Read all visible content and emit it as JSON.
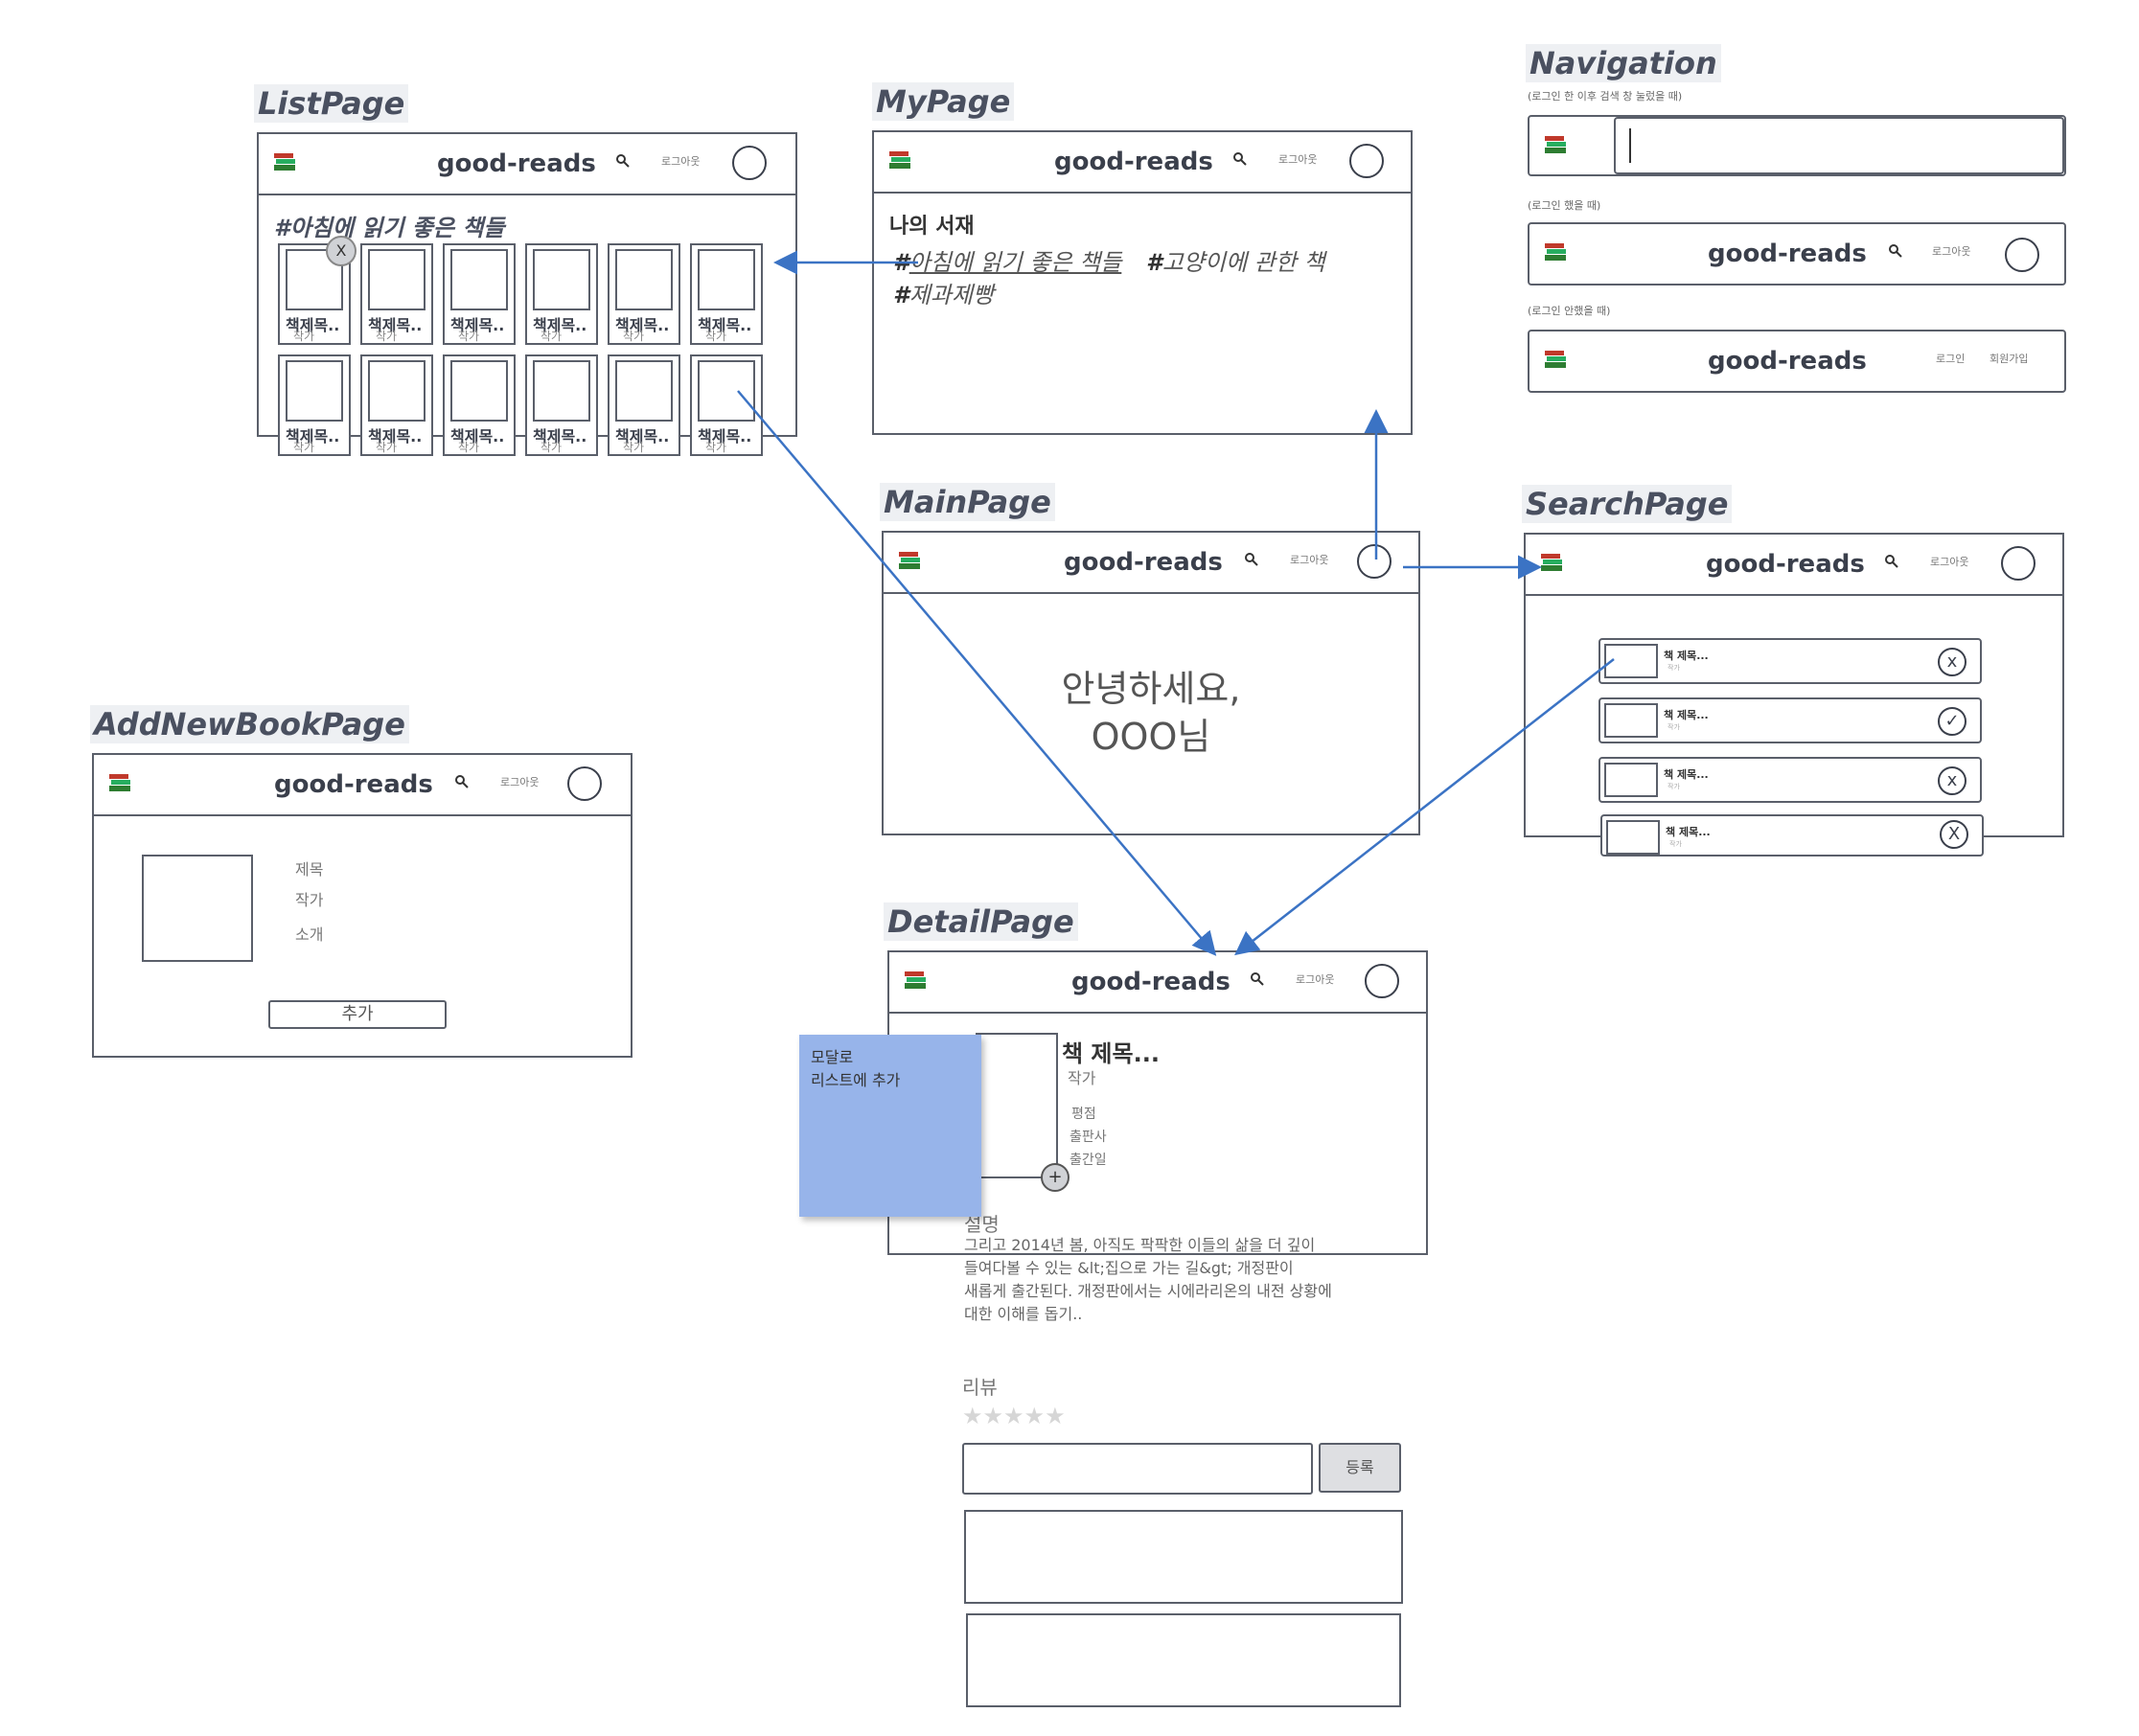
{
  "brand": "good-reads",
  "nav": {
    "logout": "로그아웃",
    "login": "로그인",
    "signup": "회원가입"
  },
  "labels": {
    "list": "ListPage",
    "my": "MyPage",
    "navigation": "Navigation",
    "main": "MainPage",
    "search": "SearchPage",
    "add": "AddNewBookPage",
    "detail": "DetailPage"
  },
  "navigation": {
    "note_search": "(로그인 한 이후 검색 창 눌렀을 때)",
    "note_login": "(로그인 했을 때)",
    "note_logout": "(로그인 안했을 때)"
  },
  "list_page": {
    "heading": "#아침에 읽기 좋은 책들",
    "remove_icon": "X",
    "book_title": "책제목..",
    "book_author": "작가"
  },
  "my_page": {
    "heading": "나의 서재",
    "tag1_hash": "#",
    "tag1_text": "아침에 읽기 좋은 책들",
    "tag2_hash": "#",
    "tag2_text": "고양이에 관한 책",
    "tag3_hash": "#",
    "tag3_text": "제과제빵"
  },
  "main_page": {
    "greeting_line1": "안녕하세요,",
    "greeting_line2": "OOO님"
  },
  "search_page": {
    "items": [
      {
        "title": "책 제목...",
        "sub": "작가",
        "action": "x"
      },
      {
        "title": "책 제목...",
        "sub": "작가",
        "action": "✓"
      },
      {
        "title": "책 제목...",
        "sub": "작가",
        "action": "x"
      },
      {
        "title": "책 제목...",
        "sub": "작가",
        "action": "X"
      }
    ]
  },
  "add_page": {
    "field_title": "제목",
    "field_author": "작가",
    "field_intro": "소개",
    "submit": "추가"
  },
  "detail_page": {
    "title": "책 제목...",
    "author": "작가",
    "rating": "평점",
    "publisher": "출판사",
    "pub_date": "출간일",
    "add_icon": "+",
    "desc_heading": "설명",
    "desc_line1": "그리고 2014년 봄, 아직도 팍팍한 이들의 삶을 더 깊이",
    "desc_line2": "들여다볼 수 있는 &lt;집으로 가는 길&gt; 개정판이",
    "desc_line3": "새롭게 출간된다. 개정판에서는 시에라리온의 내전 상황에",
    "desc_line4": "대한 이해를 돕기..",
    "review_heading": "리뷰",
    "stars": [
      "★",
      "★",
      "★",
      "★",
      "★"
    ],
    "register": "등록"
  },
  "sticky_note": {
    "line1": "모달로",
    "line2": "리스트에 추가"
  },
  "colors": {
    "arrow": "#3b73c4",
    "sticky": "#97b4ea",
    "stroke": "#5a5f6a"
  }
}
